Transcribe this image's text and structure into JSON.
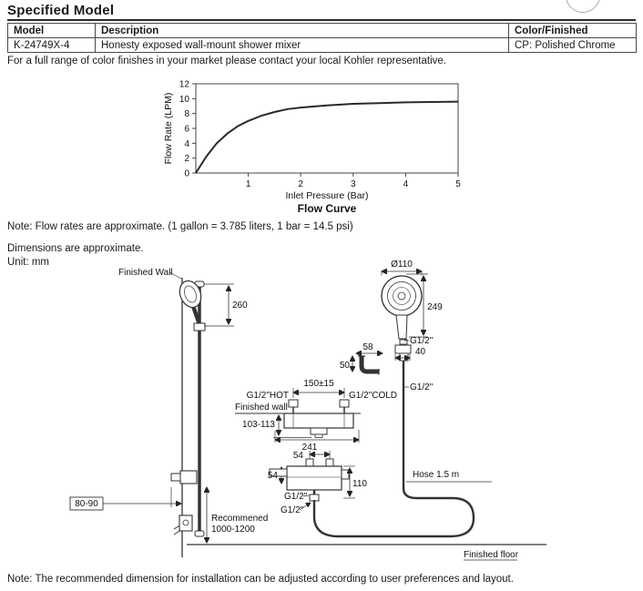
{
  "page": {
    "title": "Specified Model",
    "table": {
      "headers": [
        "Model",
        "Description",
        "Color/Finished"
      ],
      "rows": [
        [
          "K-24749X-4",
          "Honesty exposed wall-mount shower mixer",
          "CP: Polished Chrome"
        ]
      ]
    },
    "contact_note": "For a full range of color finishes in your market please contact your local Kohler representative.",
    "flow_note": "Note: Flow rates are approximate. (1 gallon = 3.785 liters, 1 bar = 14.5 psi)",
    "dims_note": "Dimensions are approximate.",
    "unit_note": "Unit: mm",
    "bottom_note": "Note: The recommended dimension for installation can be adjusted according to user preferences and layout."
  },
  "chart_data": {
    "type": "line",
    "title": "Flow Curve",
    "xlabel": "Inlet Pressure (Bar)",
    "ylabel": "Flow Rate (LPM)",
    "xlim": [
      0,
      5
    ],
    "ylim": [
      0,
      12
    ],
    "xticks": [
      1,
      2,
      3,
      4,
      5
    ],
    "yticks": [
      0,
      2,
      4,
      6,
      8,
      10,
      12
    ],
    "grid": false,
    "legend": "none",
    "series": [
      {
        "name": "flow-rate",
        "x": [
          0,
          0.2,
          0.4,
          0.6,
          0.8,
          1.0,
          1.25,
          1.5,
          1.75,
          2.0,
          2.5,
          3.0,
          3.5,
          4.0,
          4.5,
          5.0
        ],
        "y": [
          0,
          2.2,
          4.0,
          5.3,
          6.3,
          7.0,
          7.7,
          8.2,
          8.6,
          8.8,
          9.1,
          9.3,
          9.4,
          9.5,
          9.55,
          9.6
        ]
      }
    ]
  },
  "diagram": {
    "labels": {
      "finished_wall_top": "Finished Wall",
      "dim_260": "260",
      "dia_head": "Ø110",
      "dim_249": "249",
      "g12_head": "G1/2\"",
      "dim_40": "40",
      "dim_58": "58",
      "dim_50": "50",
      "g12_hose_top": "G1/2\"",
      "dim_150": "150±15",
      "g12_hot": "G1/2\"HOT",
      "g12_cold": "G1/2\"COLD",
      "finished_wall_mid": "Finished wall",
      "dim_103_113": "103-113",
      "dim_241": "241",
      "dim_54_top": "54",
      "dim_54_left": "54",
      "dim_110": "110",
      "g12_out_a": "G1/2\"",
      "g12_out_b": "G1/2\"",
      "hose_label": "Hose 1.5 m",
      "dim_80_90": "80-90",
      "recommended_1": "Recommened",
      "recommended_2": "1000-1200",
      "finished_floor": "Finished floor"
    }
  }
}
